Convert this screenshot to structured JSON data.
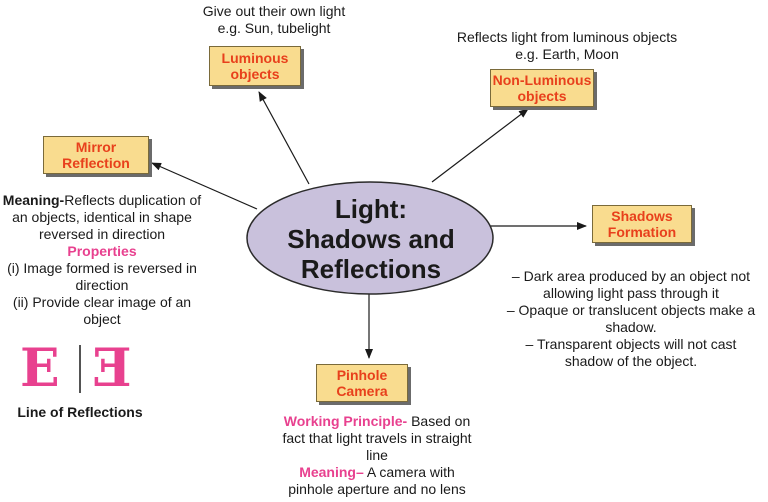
{
  "center": {
    "line1": "Light:",
    "line2": "Shadows and",
    "line3": "Reflections"
  },
  "luminous": {
    "label_line1": "Luminous",
    "label_line2": "objects",
    "caption_line1": "Give out their own light",
    "caption_line2": "e.g. Sun, tubelight"
  },
  "non_luminous": {
    "label_line1": "Non-Luminous",
    "label_line2": "objects",
    "caption_line1": "Reflects light from luminous objects",
    "caption_line2": "e.g. Earth, Moon"
  },
  "mirror": {
    "label_line1": "Mirror",
    "label_line2": "Reflection",
    "meaning_term": "Meaning-",
    "meaning_text": "Reflects duplication of an objects, identical in shape reversed in direction",
    "properties_heading": "Properties",
    "property_1": "(i) Image formed is reversed in direction",
    "property_2": "(ii) Provide clear image of an object",
    "letter": "E",
    "line_caption": "Line of Reflections"
  },
  "shadows": {
    "label_line1": "Shadows",
    "label_line2": "Formation",
    "point_1": "– Dark area produced by an object not allowing light pass through it",
    "point_2": "– Opaque or translucent objects make a shadow.",
    "point_3": "– Transparent objects will not cast shadow of the object."
  },
  "pinhole": {
    "label_line1": "Pinhole",
    "label_line2": "Camera",
    "principle_term": "Working Principle-",
    "principle_text": " Based on fact that light travels in straight line",
    "meaning_term": "Meaning–",
    "meaning_text": " A camera with pinhole aperture and no lens"
  },
  "colors": {
    "box_fill": "#f9dc8f",
    "box_text": "#e8401c",
    "highlight": "#e8418f",
    "ellipse_fill": "#c9c1dc"
  }
}
